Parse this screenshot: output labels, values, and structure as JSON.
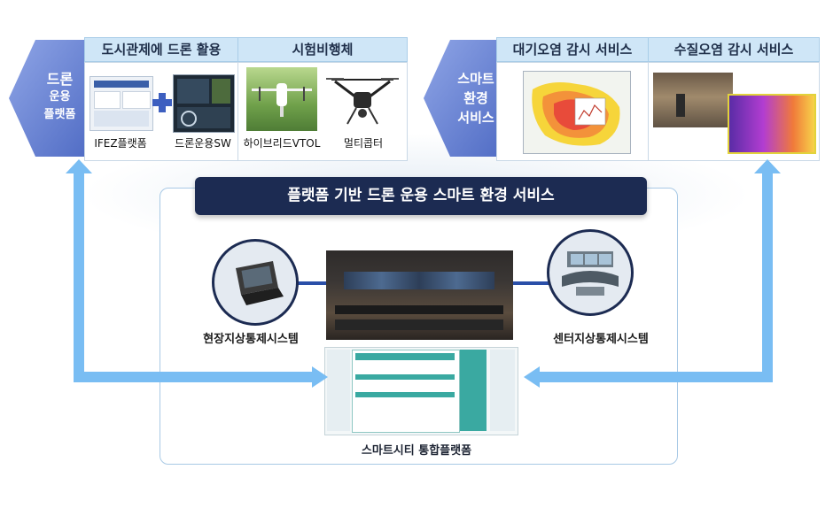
{
  "left_group": {
    "label_line1": "드론",
    "label_line2": "운용",
    "label_line3": "플랫폼",
    "tabs": [
      {
        "label": "도시관제에 드론 활용"
      },
      {
        "label": "시험비행체"
      }
    ],
    "captions": [
      "IFEZ플랫폼",
      "드론운용SW",
      "하이브리드VTOL",
      "멀티콥터"
    ]
  },
  "right_group": {
    "label_line1": "스마트",
    "label_line2": "환경",
    "label_line3": "서비스",
    "tabs": [
      {
        "label": "대기오염 감시 서비스"
      },
      {
        "label": "수질오염 감시 서비스"
      }
    ]
  },
  "center": {
    "banner": "플랫폼 기반 드론 운용 스마트 환경 서비스",
    "field_station": "현장지상통제시스템",
    "center_station": "센터지상통제시스템",
    "platform": "스마트시티 통합플랫폼"
  },
  "colors": {
    "navy": "#1c2b52",
    "chevron": "#6d86d4",
    "arrow": "#79bdf3",
    "tab_bg": "#cfe6f7"
  }
}
